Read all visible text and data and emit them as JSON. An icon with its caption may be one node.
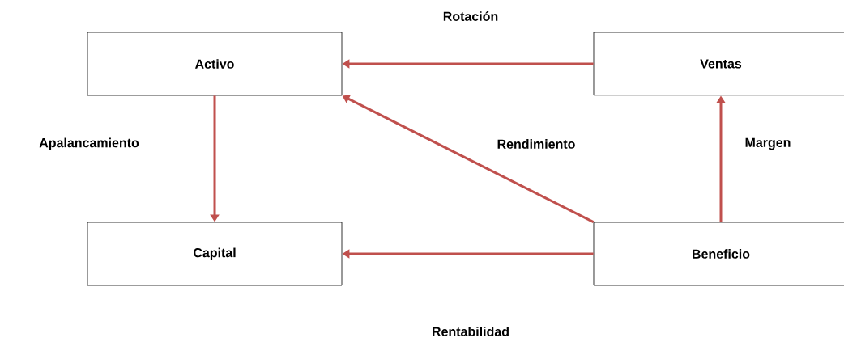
{
  "diagram": {
    "nodes": [
      {
        "text": [
          "Activo"
        ]
      },
      {
        "text": [
          "Ventas"
        ]
      },
      {
        "text": [
          "Capital"
        ]
      },
      {
        "text": [
          "Beneficio"
        ]
      }
    ],
    "edges": [
      {
        "from": 1,
        "to": 0,
        "arrow": "to",
        "label": "Rotación"
      },
      {
        "from": 0,
        "to": 2,
        "arrow": "to"
      },
      {
        "from": 3,
        "to": 0,
        "arrow": "to",
        "label": "Rendimiento"
      },
      {
        "from": 3,
        "to": 1,
        "arrow": "to",
        "label": "Margen"
      },
      {
        "from": 3,
        "to": 2,
        "arrow": "to"
      }
    ],
    "labels": [
      "Apalancamiento",
      "Rentabilidad"
    ]
  }
}
